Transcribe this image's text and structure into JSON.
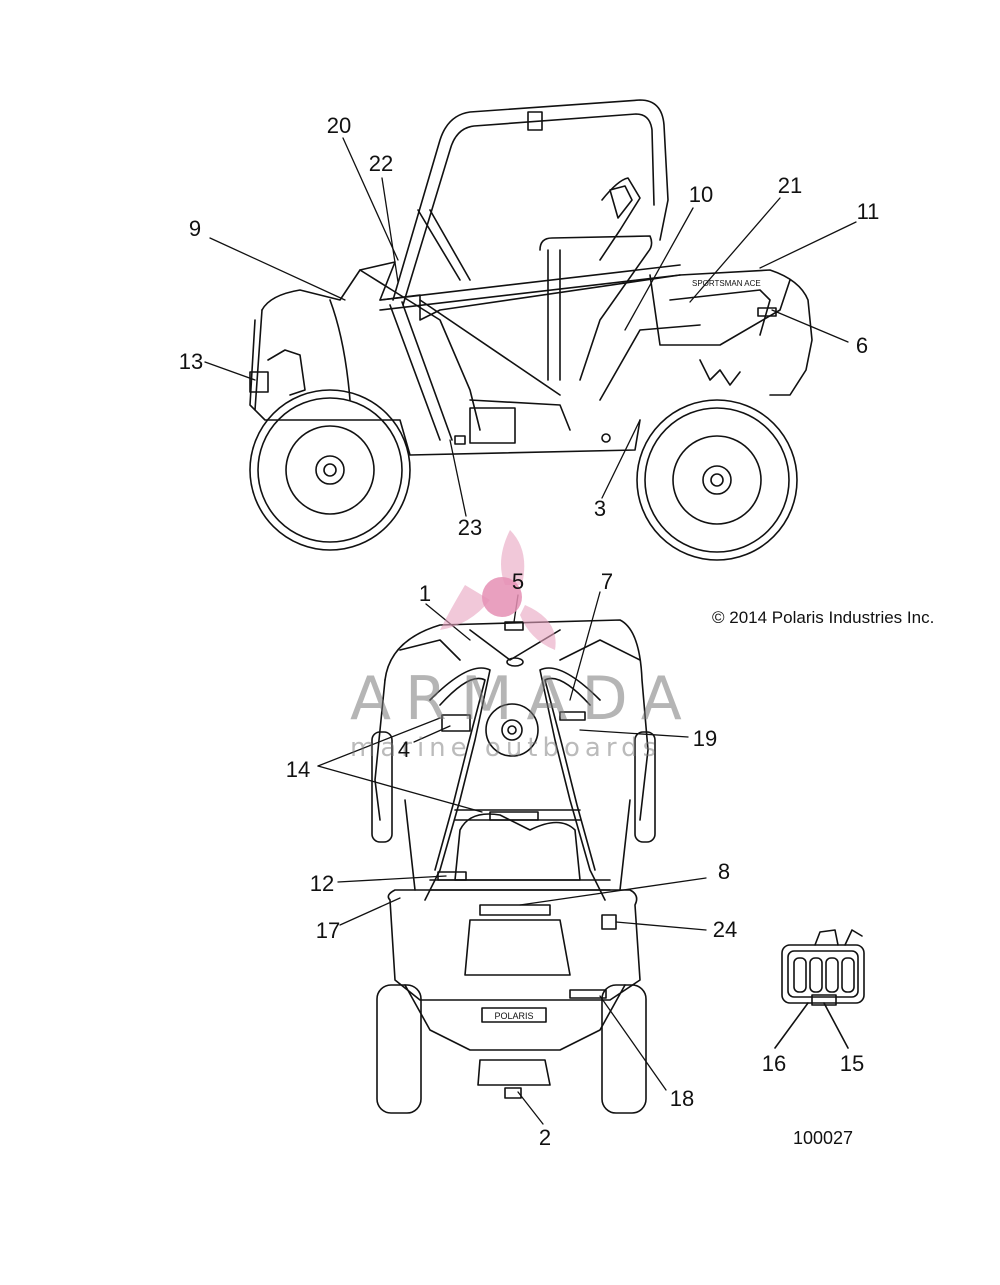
{
  "callouts": [
    {
      "id": "20",
      "label": "20"
    },
    {
      "id": "22",
      "label": "22"
    },
    {
      "id": "9",
      "label": "9"
    },
    {
      "id": "13",
      "label": "13"
    },
    {
      "id": "10",
      "label": "10"
    },
    {
      "id": "21",
      "label": "21"
    },
    {
      "id": "11",
      "label": "11"
    },
    {
      "id": "6",
      "label": "6"
    },
    {
      "id": "3",
      "label": "3"
    },
    {
      "id": "23",
      "label": "23"
    },
    {
      "id": "1",
      "label": "1"
    },
    {
      "id": "5",
      "label": "5"
    },
    {
      "id": "7",
      "label": "7"
    },
    {
      "id": "19",
      "label": "19"
    },
    {
      "id": "4",
      "label": "4"
    },
    {
      "id": "14",
      "label": "14"
    },
    {
      "id": "12",
      "label": "12"
    },
    {
      "id": "8",
      "label": "8"
    },
    {
      "id": "17",
      "label": "17"
    },
    {
      "id": "24",
      "label": "24"
    },
    {
      "id": "18",
      "label": "18"
    },
    {
      "id": "2",
      "label": "2"
    },
    {
      "id": "16",
      "label": "16"
    },
    {
      "id": "15",
      "label": "15"
    }
  ],
  "copyright": "© 2014 Polaris Industries Inc.",
  "diagram_id": "100027",
  "decal_text": "SPORTSMAN ACE",
  "brand_plate": "POLARIS",
  "watermark": {
    "word": "ARMADA",
    "sub": "marine outboards"
  },
  "colors": {
    "line": "#111111",
    "watermark_pink": "#e8a3c0",
    "watermark_gray": "#8a8a8a"
  }
}
